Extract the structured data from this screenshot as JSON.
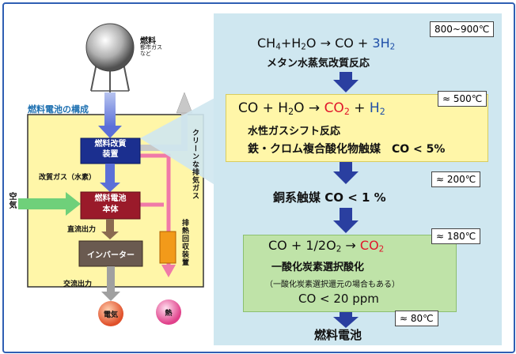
{
  "colors": {
    "frame": "#2f5fb3",
    "panel": "#cfe7f0",
    "green": "#bfe3a8",
    "yellow": "#fff6a8",
    "arrow": "#2a3fa0",
    "red": "#e0162b"
  },
  "left": {
    "gas_label": "燃料",
    "gas_sub": "都市ガス\nなど",
    "section_title": "燃料電池の構成",
    "reformer": "燃料改質\n装置",
    "reformed_gas": "改質ガス（水素）",
    "fuel_cell": "燃料電池\n本体",
    "air": "空気",
    "dc_output": "直流出力",
    "inverter": "インバーター",
    "ac_output": "交流出力",
    "electricity": "電気",
    "heat": "熱",
    "clean_exhaust": "クリーンな排気ガス",
    "heat_recovery": "排熱回収装置"
  },
  "right": {
    "step1": {
      "reaction_prefix": "CH",
      "reaction_mid": "+H",
      "reaction_mid2": "O → CO + ",
      "reaction_h": "3H",
      "name": "メタン水蒸気改質反応",
      "temp": "800~900℃"
    },
    "step2": {
      "name": "水性ガスシフト反応",
      "catalyst": "鉄・クロム複合酸化物触媒　CO < 5%",
      "temp": "≈ 500℃"
    },
    "step3": {
      "text": "銅系触媒  CO < 1 %",
      "temp": "≈ 200℃"
    },
    "step4": {
      "name": "一酸化炭素選択酸化",
      "note": "（一酸化炭素選択還元の場合もある）",
      "result": "CO < 20 ppm",
      "temp": "≈ 180℃"
    },
    "step5": {
      "name": "燃料電池",
      "temp": "≈ 80℃"
    }
  }
}
